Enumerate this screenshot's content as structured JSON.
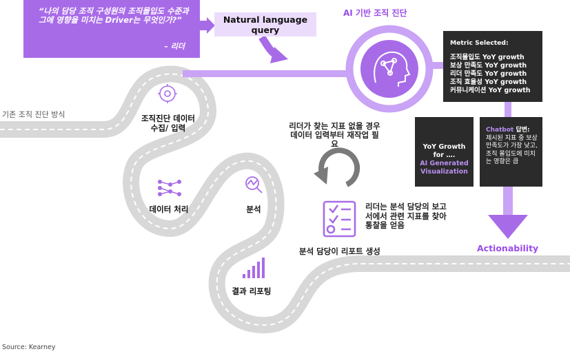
{
  "quote": {
    "text": "“나의 담당 조직 구성원의 조직몰입도 수준과 그에 영향을 미치는 Driver는 무엇인가?”",
    "author": "– 리더"
  },
  "nlq": {
    "label": "Natural language query"
  },
  "ai": {
    "title": "AI 기반 조직 진단"
  },
  "metric": {
    "title": "Metric Selected:",
    "items": [
      "조직몰입도 YoY growth",
      "보상 만족도 YoY growth",
      "리더 만족도 YoY growth",
      "조직 효율성 YoY growth",
      "커뮤니케이션 YoY growth"
    ]
  },
  "yoy": {
    "line1": "YoY Growth",
    "line2": "for ….",
    "line3": "AI Generated",
    "line4": "Visualization"
  },
  "chatbot": {
    "title_a": "Chatbot",
    "title_b": " 답변:",
    "body": "제시된 지표 중 보상 만족도가 가장 낮고, 조직 몰입도에 미치는 영향은 큼"
  },
  "actionability": "Actionability",
  "legacy": "기존 조직 진단 방식",
  "steps": {
    "collect": "조직진단 데이터 수집/ 입력",
    "process": "데이터 처리",
    "analysis": "분석",
    "report": "결과 리포팅"
  },
  "notes": {
    "rework": "리더가 찾는 지표 없을 경우 데이터 입력부터 재작업 필요",
    "insight": "리더는 분석 담당의 보고서에서 관련 지표를 찾아 통찰을 얻음",
    "report_gen": "분석 담당이 리포트 생성"
  },
  "source": "Source: Kearney",
  "colors": {
    "purple": "#a86be8",
    "light_purple": "#c9a3f5",
    "dark": "#2b2b2b",
    "gray": "#cfcfcf"
  }
}
